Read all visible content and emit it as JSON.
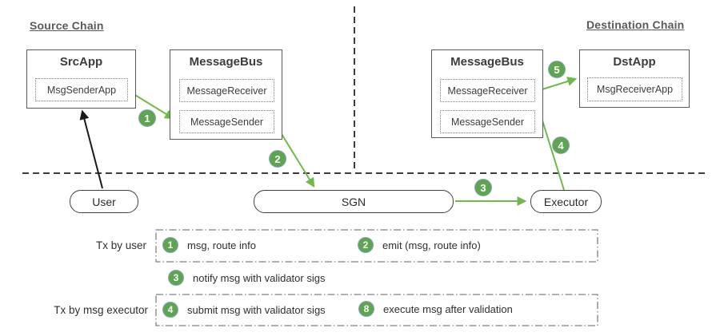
{
  "colors": {
    "arrow_green": "#6fb94a",
    "badge_green": "#5fa450",
    "badge_border": "#8aa5c0",
    "box_border": "#595959",
    "heading_gray": "#595959",
    "text": "#3d3d3d"
  },
  "headings": {
    "source_chain": "Source Chain",
    "destination_chain": "Destination Chain"
  },
  "source": {
    "src_app": {
      "title": "SrcApp",
      "module": "MsgSenderApp"
    },
    "message_bus": {
      "title": "MessageBus",
      "modules": [
        "MessageReceiver",
        "MessageSender"
      ]
    }
  },
  "destination": {
    "message_bus": {
      "title": "MessageBus",
      "modules": [
        "MessageReceiver",
        "MessageSender"
      ]
    },
    "dst_app": {
      "title": "DstApp",
      "module": "MsgReceiverApp"
    }
  },
  "actors": {
    "user": "User",
    "sgn": "SGN",
    "executor": "Executor"
  },
  "flow_badges": {
    "step1": "1",
    "step2": "2",
    "step3": "3",
    "step4": "4",
    "step5": "5"
  },
  "legend": {
    "group1_label": "Tx by user",
    "group2_label": "Tx by msg executor",
    "items": [
      {
        "num": "1",
        "text": "msg, route info"
      },
      {
        "num": "2",
        "text": "emit (msg, route info)"
      },
      {
        "num": "3",
        "text": "notify msg with validator sigs"
      },
      {
        "num": "4",
        "text": "submit msg with validator sigs"
      },
      {
        "num": "8",
        "text": "execute msg after validation"
      }
    ]
  }
}
